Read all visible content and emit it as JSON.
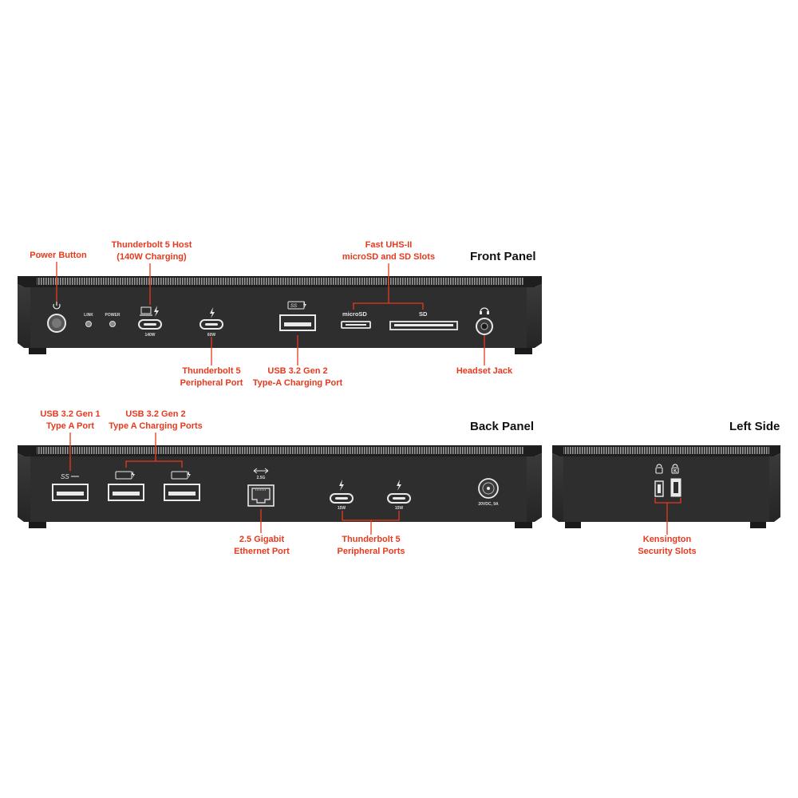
{
  "front_panel": {
    "title": "Front Panel",
    "labels": {
      "link_led": "LINK",
      "power_led": "POWER",
      "host_port_rating": "140W",
      "peripheral_port_rating": "60W",
      "microsd_slot": "microSD",
      "sd_slot": "SD"
    },
    "callouts": {
      "power_button": "Power Button",
      "tb5_host_line1": "Thunderbolt 5 Host",
      "tb5_host_line2": "(140W Charging)",
      "card_slots_line1": "Fast UHS-II",
      "card_slots_line2": "microSD and SD Slots",
      "tb5_peripheral_line1": "Thunderbolt 5",
      "tb5_peripheral_line2": "Peripheral Port",
      "usb_a_line1": "USB 3.2 Gen 2",
      "usb_a_line2": "Type-A Charging Port",
      "headset_jack": "Headset Jack"
    }
  },
  "back_panel": {
    "title": "Back Panel",
    "labels": {
      "ethernet_speed": "2.5G",
      "tb5_port1_rating": "15W",
      "tb5_port2_rating": "15W",
      "dc_input": "20VDC, 9A"
    },
    "callouts": {
      "usb_gen1_line1": "USB 3.2 Gen 1",
      "usb_gen1_line2": "Type A Port",
      "usb_gen2_line1": "USB 3.2 Gen 2",
      "usb_gen2_line2": "Type A Charging Ports",
      "ethernet_line1": "2.5 Gigabit",
      "ethernet_line2": "Ethernet Port",
      "tb5_line1": "Thunderbolt 5",
      "tb5_line2": "Peripheral Ports"
    }
  },
  "left_side": {
    "title": "Left Side",
    "callouts": {
      "kensington_line1": "Kensington",
      "kensington_line2": "Security Slots"
    }
  },
  "colors": {
    "accent": "#e8391d",
    "chassis": "#2b2b2b",
    "port": "#e9e9e9"
  }
}
